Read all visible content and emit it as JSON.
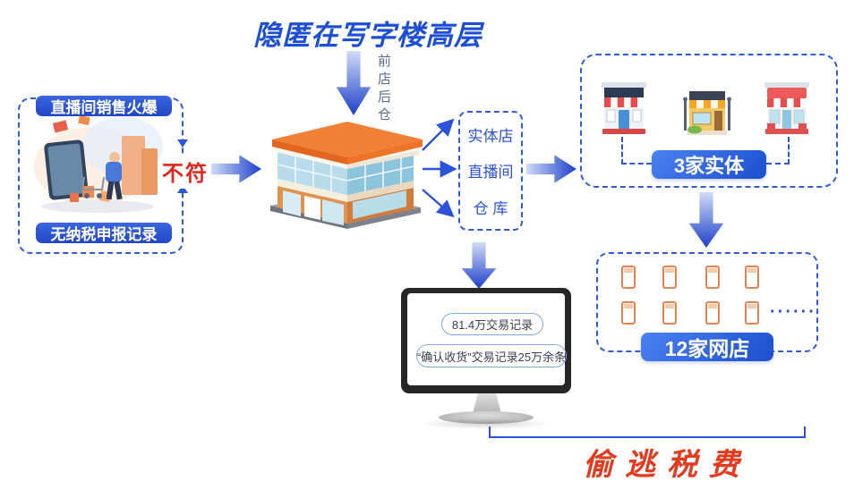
{
  "title": "隐匿在写字楼高层",
  "annotations": {
    "front_store_back_warehouse": "前店后仓",
    "mismatch": "不符",
    "conclusion": "偷逃税费"
  },
  "left_panel": {
    "top_label": "直播间销售火爆",
    "bottom_label": "无纳税申报记录"
  },
  "channels": {
    "items": [
      {
        "label": "实体店"
      },
      {
        "label": "直播间"
      },
      {
        "label": "仓 库"
      }
    ]
  },
  "physical_stores": {
    "badge": "3家实体",
    "store_count": 3
  },
  "online_stores": {
    "badge": "12家网店",
    "ellipsis": "······",
    "icon_count": 8
  },
  "monitor": {
    "line1": "81.4万交易记录",
    "line2": "“确认收货”交易记录25万余条"
  },
  "icons": {
    "building": "office-building-illustration",
    "shopper": "livestream-shopper-illustration",
    "storefront": "storefront-icon",
    "online_shop": "online-shop-icon",
    "monitor": "desktop-monitor-icon"
  },
  "colors": {
    "accent_blue": "#1c4ed8",
    "alert_red": "#e53a1e",
    "roof_orange": "#ef7428"
  }
}
